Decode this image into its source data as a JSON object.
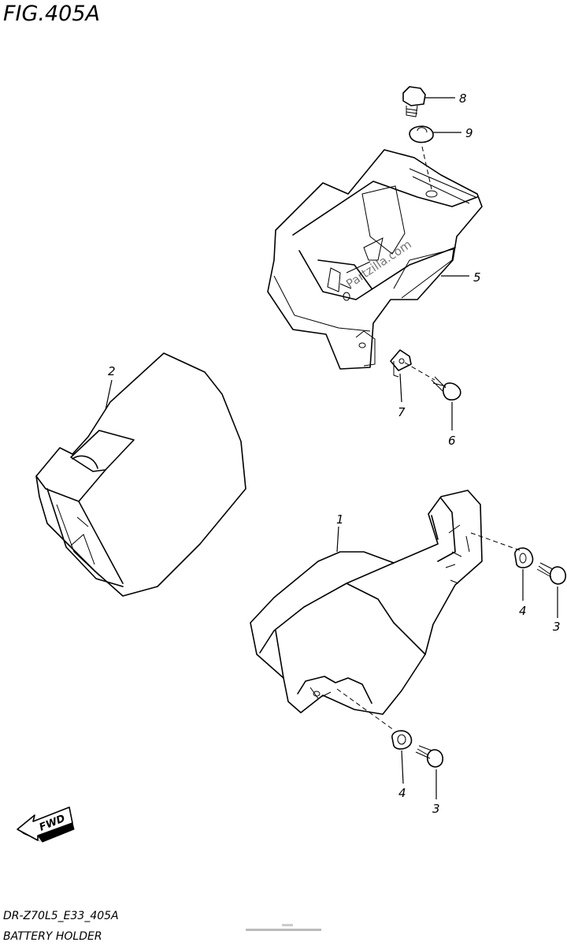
{
  "figure_title": "FIG.405A",
  "callouts": [
    {
      "id": "8",
      "label": "8"
    },
    {
      "id": "9",
      "label": "9"
    },
    {
      "id": "5",
      "label": "5"
    },
    {
      "id": "7",
      "label": "7"
    },
    {
      "id": "6",
      "label": "6"
    },
    {
      "id": "2",
      "label": "2"
    },
    {
      "id": "1",
      "label": "1"
    },
    {
      "id": "4a",
      "label": "4"
    },
    {
      "id": "3a",
      "label": "3"
    },
    {
      "id": "4b",
      "label": "4"
    },
    {
      "id": "3b",
      "label": "3"
    }
  ],
  "fwd_label": "FWD",
  "watermark": "Partzilla.com",
  "diagram_code": "DR-Z70L5_E33_405A",
  "diagram_name": "BATTERY HOLDER"
}
